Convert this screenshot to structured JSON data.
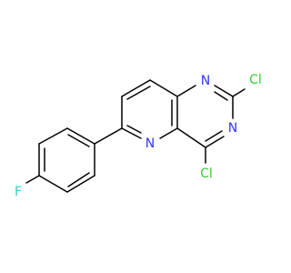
{
  "colors": {
    "bond": "#000000",
    "nitrogen": "#3333ff",
    "chlorine": "#33cc33",
    "fluorine": "#33cccc",
    "background": "#ffffff"
  },
  "atoms": {
    "n1": "N",
    "n2": "N",
    "n3": "N",
    "cl_top": "Cl",
    "cl_bottom": "Cl",
    "f": "F"
  }
}
